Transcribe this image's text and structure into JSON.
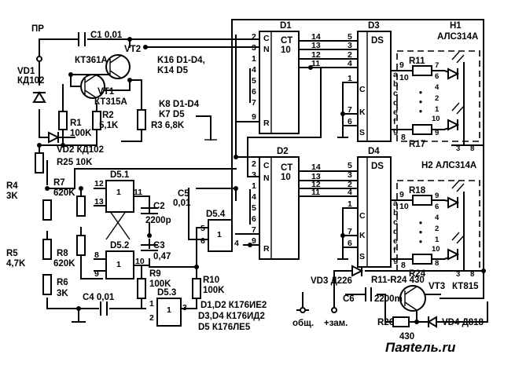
{
  "labels": {
    "pr": "ПР",
    "c1": "C1 0,01",
    "vt2": "VT2",
    "kt361a": "КТ361А",
    "vd1": "VD1",
    "kd102": "КД102",
    "vt1": "VT1",
    "kt315a": "КТ315А",
    "r1": "R1",
    "r1v": "100K",
    "r2": "R2",
    "r2v": "5,1K",
    "vd2": "VD2 КД102",
    "r25": "R25 10K",
    "k16": "K16 D1-D4,",
    "k14": "K14 D5",
    "k8": "K8 D1-D4",
    "k7": "K7 D5",
    "r3": "R3 6,8K",
    "d1": "D1",
    "d2": "D2",
    "d3": "D3",
    "d4": "D4",
    "ct": "CT",
    "ten": "10",
    "ds": "DS",
    "h1": "H1",
    "h1type": "АЛС314А",
    "h2": "H2 АЛС314А",
    "r11": "R11",
    "r17": "R17",
    "r18": "R18",
    "r24": "R24",
    "r4": "R4",
    "r4v": "3K",
    "r7": "R7",
    "r7v": "620K",
    "r5": "R5",
    "r5v": "4,7K",
    "r8": "R8",
    "r8v": "620K",
    "r6": "R6",
    "r6v": "3K",
    "d51": "D5.1",
    "d52": "D5.2",
    "d53": "D5.3",
    "d54": "D5.4",
    "c2": "C2",
    "c2v": "2200p",
    "c3": "C3",
    "c3v": "0,47",
    "c4": "C4 0,01",
    "c5": "C5",
    "c5v": "0,01",
    "r9": "R9",
    "r9v": "100K",
    "r10": "R10",
    "r10v": "100K",
    "legend1": "D1,D2 К176ИЕ2",
    "legend2": "D3,D4 К176ИД2",
    "legend3": "D5 К176ЛЕ5",
    "vd3": "VD3 Д226",
    "c6": "C6",
    "c6v": "2200m",
    "r1124": "R11-R24 430",
    "vt3": "VT3",
    "kt815": "КТ815",
    "r26": "R26",
    "r26v": "430",
    "vd4": "VD4 Д818",
    "common": "общ.",
    "zam": "+зам.",
    "one": "1",
    "watermark": "Паяtель.ru"
  },
  "pins": {
    "ctr_left": [
      "2",
      "3",
      "1",
      "4",
      "5",
      "6",
      "7",
      "9"
    ],
    "ctr_right": [
      "14",
      "13",
      "12",
      "11"
    ],
    "dec_left": [
      "5",
      "3",
      "2",
      "4",
      "1",
      "7",
      "6"
    ],
    "dec_right": [
      "9",
      "10",
      "8"
    ],
    "dec_seg": [
      "a",
      "b",
      "c",
      "d",
      "e",
      "f",
      "g"
    ],
    "ctr_in": [
      "C",
      "N",
      "R"
    ],
    "dec_in": [
      "C",
      "K",
      "S"
    ],
    "disp_top": [
      "7",
      "6",
      "4",
      "2",
      "1",
      "10",
      "9"
    ],
    "disp_top_gnd": [
      "3",
      "8"
    ],
    "disp_bot": [
      "9",
      "6",
      "4",
      "2",
      "1",
      "10",
      "8"
    ],
    "disp_bot_gnd": [
      "3",
      "8"
    ],
    "gate1": [
      "12",
      "13",
      "11"
    ],
    "gate2": [
      "8",
      "9",
      "10"
    ],
    "gate3": [
      "1",
      "2",
      "3"
    ],
    "gate4": [
      "5",
      "6",
      "4"
    ],
    "dots": [
      "•",
      "•",
      "•"
    ]
  }
}
